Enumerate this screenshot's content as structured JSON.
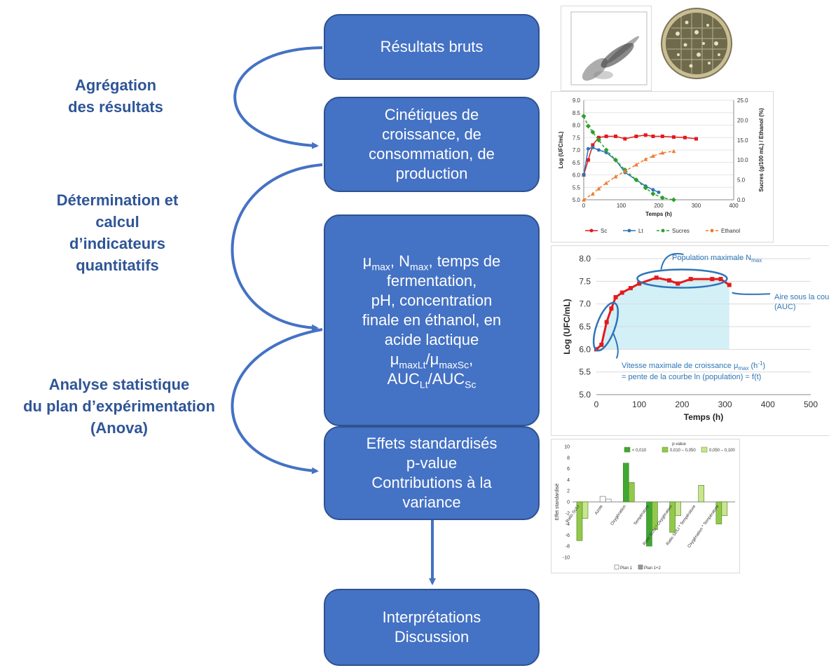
{
  "flow": {
    "box1": [
      "Résultats bruts"
    ],
    "box2": [
      "Cinétiques de",
      "croissance, de",
      "consommation, de",
      "production"
    ],
    "box3": {
      "line1": {
        "mu": "μ",
        "mu_sub": "max",
        "sep": ",  N",
        "n_sub": "max",
        "rest": ",  temps de"
      },
      "lines": [
        "fermentation,",
        "pH, concentration",
        "finale en éthanol, en",
        "acide lactique"
      ],
      "ratio1": {
        "mu": "μ",
        "sub1": "maxLt",
        "slash": "/μ",
        "sub2": "maxSc",
        "comma": ","
      },
      "ratio2": {
        "auc": "AUC",
        "sub1": "Lt",
        "slash": "/AUC",
        "sub2": "Sc"
      }
    },
    "box4": [
      "Effets standardisés",
      "p-value",
      "Contributions à la",
      "variance"
    ],
    "box5": [
      "Interprétations",
      "Discussion"
    ]
  },
  "steps": {
    "step1": [
      "Agrégation",
      "des résultats"
    ],
    "step2": [
      "Détermination et",
      "calcul",
      "d’indicateurs",
      "quantitatifs"
    ],
    "step3": [
      "Analyse statistique",
      "du plan d’expérimentation",
      "(Anova)"
    ]
  },
  "colors": {
    "box": "#4472c4",
    "box_border": "#2f528f",
    "step_text": "#2f5597",
    "arrow": "#4472c4"
  },
  "chart_data": [
    {
      "type": "line",
      "xlabel": "Temps (h)",
      "ylabel": "Log (UFC/mL)",
      "y2label": "Sucres (g/100 mL) / Ethanol (%)",
      "xlim": [
        0,
        400
      ],
      "ylim": [
        5.0,
        9.0
      ],
      "y2lim": [
        0.0,
        25.0
      ],
      "x_ticks": [
        "0",
        "100",
        "200",
        "300",
        "400"
      ],
      "y_ticks": [
        "5.0",
        "5.5",
        "6.0",
        "6.5",
        "7.0",
        "7.5",
        "8.0",
        "8.5",
        "9.0"
      ],
      "y2_ticks": [
        "0.0",
        "5.0",
        "10.0",
        "15.0",
        "20.0",
        "25.0"
      ],
      "legend": [
        "Sc",
        "Lt",
        "Sucres",
        "Ethanol"
      ],
      "series": [
        {
          "name": "Sc",
          "axis": "left",
          "color": "#e31a1c",
          "x": [
            0,
            12,
            24,
            40,
            60,
            85,
            110,
            140,
            165,
            185,
            210,
            240,
            270,
            300
          ],
          "y": [
            6.0,
            6.6,
            7.2,
            7.5,
            7.55,
            7.55,
            7.45,
            7.55,
            7.6,
            7.55,
            7.55,
            7.52,
            7.5,
            7.45
          ]
        },
        {
          "name": "Lt",
          "axis": "left",
          "color": "#2e75b6",
          "x": [
            0,
            12,
            24,
            40,
            60,
            85,
            110,
            140,
            165,
            185,
            200
          ],
          "y": [
            6.0,
            7.05,
            7.1,
            7.0,
            6.9,
            6.6,
            6.1,
            5.8,
            5.55,
            5.4,
            5.3
          ]
        },
        {
          "name": "Sucres",
          "axis": "right",
          "color": "#2ca02c",
          "x": [
            0,
            12,
            24,
            40,
            60,
            85,
            110,
            140,
            165,
            185,
            210,
            240
          ],
          "y": [
            21.0,
            18.5,
            17.0,
            15.0,
            12.5,
            10.0,
            7.5,
            5.0,
            3.0,
            1.5,
            0.5,
            0.0
          ]
        },
        {
          "name": "Ethanol",
          "axis": "right",
          "color": "#ed7d31",
          "x": [
            0,
            24,
            40,
            60,
            85,
            110,
            140,
            165,
            185,
            210,
            240
          ],
          "y": [
            0.0,
            1.5,
            2.8,
            4.2,
            5.8,
            7.2,
            8.8,
            10.2,
            11.0,
            11.8,
            12.2
          ]
        }
      ]
    },
    {
      "type": "line",
      "xlabel": "Temps  (h)",
      "ylabel": "Log (UFC/mL)",
      "xlim": [
        0,
        500
      ],
      "ylim": [
        5.0,
        8.0
      ],
      "x_ticks": [
        "0",
        "100",
        "200",
        "300",
        "400",
        "500"
      ],
      "y_ticks": [
        "5.0",
        "5.5",
        "6.0",
        "6.5",
        "7.0",
        "7.5",
        "8.0"
      ],
      "series": [
        {
          "color": "#e31a1c",
          "x": [
            0,
            12,
            24,
            35,
            45,
            60,
            80,
            100,
            140,
            170,
            190,
            220,
            270,
            290,
            310
          ],
          "y": [
            6.0,
            6.1,
            6.6,
            6.9,
            7.15,
            7.25,
            7.35,
            7.45,
            7.58,
            7.52,
            7.45,
            7.55,
            7.55,
            7.55,
            7.42
          ]
        }
      ],
      "annotations": {
        "nmax": {
          "text": "Population maximale N",
          "sub": "max"
        },
        "auc": [
          "Aire sous la courbe",
          "(AUC)"
        ],
        "mumax_line1": {
          "text": "Vitesse maximale de croissance μ",
          "sub": "max",
          "tail": " (h",
          "sup": "-1",
          "end": ")"
        },
        "mumax_line2": "= pente de la courbe ln (population) = f(t)"
      }
    },
    {
      "type": "bar",
      "ylabel": "Effet standardisé",
      "ylim": [
        -10,
        10
      ],
      "y_ticks": [
        "10",
        "8",
        "6",
        "4",
        "2",
        "0",
        "-2",
        "-4",
        "-6",
        "-8",
        "-10"
      ],
      "legend_title": "p-value",
      "p_legend": [
        "< 0,010",
        "0,010 – 0,050",
        "0,050 – 0,100"
      ],
      "p_colors": [
        "#3da833",
        "#92c94a",
        "#c9e58f"
      ],
      "categories": [
        "Ratio Sc/Lt",
        "Azote",
        "Oxygénation",
        "Température",
        "Ratio Sc/Lt * Oxygénation",
        "Ratio Sc/Lt * Température",
        "Oxygénation * Température"
      ],
      "series": [
        {
          "name": "Plan 1",
          "values": [
            -7.0,
            1.0,
            7.0,
            -8.0,
            -5.5,
            null,
            -4.0
          ],
          "p_class": [
            1,
            null,
            0,
            0,
            1,
            null,
            1
          ]
        },
        {
          "name": "Plan 1+2",
          "values": [
            -3.0,
            0.5,
            3.5,
            -5.0,
            -2.5,
            3.0,
            -2.5
          ],
          "p_class": [
            2,
            null,
            1,
            1,
            2,
            2,
            2
          ]
        }
      ],
      "legend": [
        "Plan 1",
        "Plan 1+2"
      ]
    }
  ]
}
